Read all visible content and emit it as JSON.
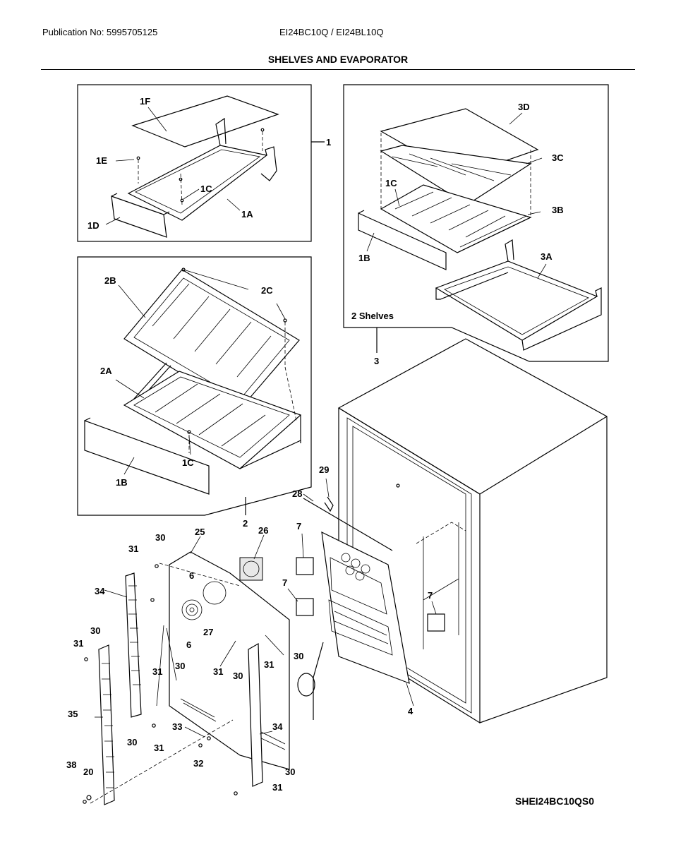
{
  "header": {
    "publication": "Publication No: 5995705125",
    "models": "EI24BC10Q / EI24BL10Q",
    "title": "SHELVES AND EVAPORATOR"
  },
  "footer": {
    "diagram_code": "SHEI24BC10QS0"
  },
  "panels": {
    "shelf3_note": "2 Shelves"
  },
  "callouts": {
    "c1": "1",
    "c1F": "1F",
    "c1E": "1E",
    "c1C_a": "1C",
    "c1A": "1A",
    "c1D": "1D",
    "c2": "2",
    "c2B": "2B",
    "c2C": "2C",
    "c2A": "2A",
    "c1C_b": "1C",
    "c1B_a": "1B",
    "c3": "3",
    "c3D": "3D",
    "c3C": "3C",
    "c1C_c": "1C",
    "c3B": "3B",
    "c1B_b": "1B",
    "c3A": "3A",
    "c29": "29",
    "c28": "28",
    "c25": "25",
    "c26": "26",
    "c30a": "30",
    "c31a": "31",
    "c34a": "34",
    "c6a": "6",
    "c27": "27",
    "c6b": "6",
    "c7a": "7",
    "c7b": "7",
    "c7c": "7",
    "c30b": "30",
    "c31b": "31",
    "c31c": "31",
    "c30c": "30",
    "c31d": "31",
    "c30d": "30",
    "c31e": "31",
    "c30e": "30",
    "c35": "35",
    "c30f": "30",
    "c31f": "31",
    "c33": "33",
    "c34b": "34",
    "c32": "32",
    "c4": "4",
    "c38": "38",
    "c20": "20",
    "c30g": "30",
    "c31g": "31"
  }
}
